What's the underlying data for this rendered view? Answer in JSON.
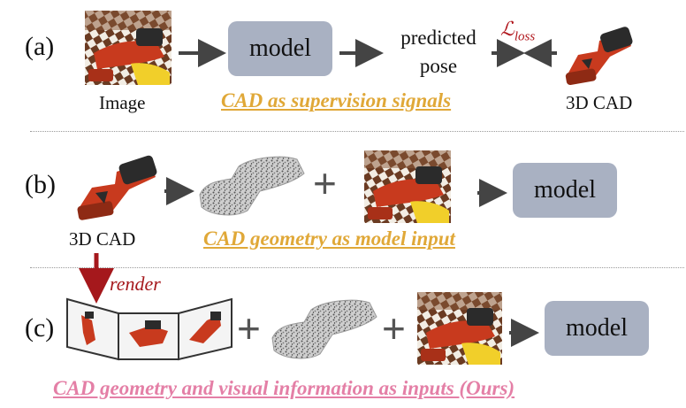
{
  "rows": {
    "a": {
      "label": "(a)",
      "image_caption": "Image",
      "model_label": "model",
      "predicted_line1": "predicted",
      "predicted_line2": "pose",
      "loss_main": "ℒ",
      "loss_sub": "loss",
      "cad_caption": "3D CAD",
      "title": "CAD as supervision signals"
    },
    "b": {
      "label": "(b)",
      "cad_caption": "3D CAD",
      "plus": "+",
      "model_label": "model",
      "title": "CAD geometry as model input"
    },
    "c": {
      "label": "(c)",
      "render_label": "render",
      "plus1": "+",
      "plus2": "+",
      "model_label": "model",
      "title": "CAD geometry and visual information as inputs (Ours)"
    }
  },
  "colors": {
    "model_box": "#a9b1c2",
    "arrow": "#444444",
    "title_a": "#e0a838",
    "title_b": "#e0a838",
    "title_c": "#e47fa6",
    "loss": "#b0161c",
    "render_arrow": "#a5181c",
    "drill_body": "#c83a1e",
    "drill_dark": "#2b2b2b"
  },
  "icons": {
    "scene_image": "photo-scene-icon",
    "cad_model": "drill-cad-icon",
    "point_cloud": "point-cloud-icon",
    "rendered_views": "rendered-views-icon"
  }
}
